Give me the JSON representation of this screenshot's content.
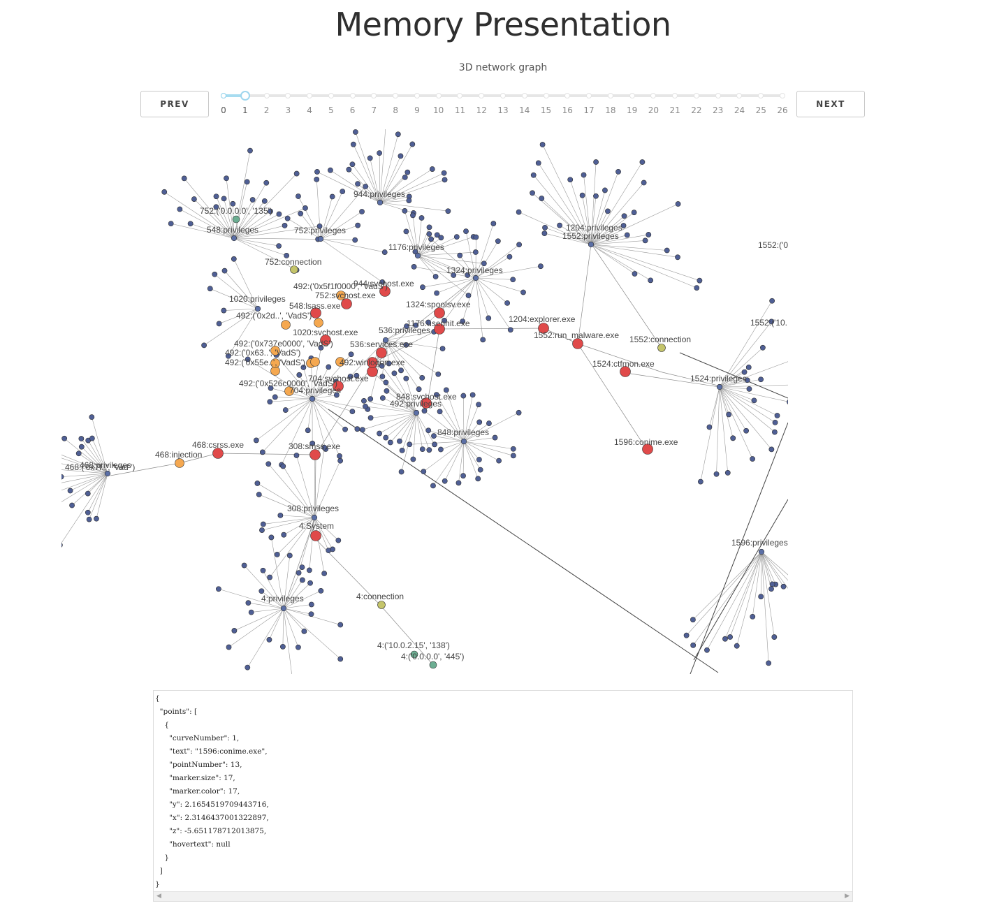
{
  "header": {
    "title": "Memory Presentation",
    "subtitle": "3D network graph"
  },
  "nav": {
    "prev_label": "PREV",
    "next_label": "NEXT"
  },
  "slider": {
    "min": 0,
    "max": 26,
    "value": 1,
    "marks": [
      "0",
      "1",
      "2",
      "3",
      "4",
      "5",
      "6",
      "7",
      "8",
      "9",
      "10",
      "11",
      "12",
      "13",
      "14",
      "15",
      "16",
      "17",
      "18",
      "19",
      "20",
      "21",
      "22",
      "23",
      "24",
      "25",
      "26"
    ],
    "track_color": "#a7dcf0"
  },
  "graph": {
    "colors": {
      "process": "#e04a4a",
      "privileges": "#5b6fa6",
      "leaf": "#4f5f95",
      "vad": "#f5a850",
      "connection": "#c4c46a",
      "address": "#6cae92",
      "edge": "#9a9a9a"
    },
    "labels": [
      "752:('0.0.0.0', '135')",
      "548:privileges",
      "752:privileges",
      "944:privileges",
      "1176:privileges",
      "1204:privileges",
      "1552:privileges",
      "1552:('0",
      "752:connection",
      "1324:privileges",
      "492:('0x5f1f0000', 'VadS')",
      "944:svchost.exe",
      "752:svchost.exe",
      "1020:privileges",
      "548:lsass.exe",
      "1324:spoolsv.exe",
      "492:('0x2d..', 'VadS')",
      "1176:userinit.exe",
      "1204:explorer.exe",
      "1552:('10.",
      "1020:svchost.exe",
      "536:privileges",
      "1552:run_malware.exe",
      "1552:connection",
      "492:('0x737e0000', 'VadS')",
      "536:services.exe",
      "492:('0x63..', 'VadS')",
      "492:('0x55e..', 'VadS')",
      "492:winlogon.exe",
      "1524:ctfmon.exe",
      "1524:privileges",
      "704:svchost.exe",
      "492:('0x526c0000', 'VadS')",
      "704:privileges",
      "848:svchost.exe",
      "492:privileges",
      "848:privileges",
      "468:csrss.exe",
      "468:injection",
      "308:smss.exe",
      "1596:conime.exe",
      "468:privileges",
      "468:('0x7f..', 'Vad ')",
      "308:privileges",
      "4:System",
      "1596:privileges",
      "4:privileges",
      "4:connection",
      "4:('10.0.2.15', '138')",
      "4:('0.0.0.0', '445')"
    ]
  },
  "hover_json": {
    "text": "{\n  \"points\": [\n    {\n      \"curveNumber\": 1,\n      \"text\": \"1596:conime.exe\",\n      \"pointNumber\": 13,\n      \"marker.size\": 17,\n      \"marker.color\": 17,\n      \"y\": 2.1654519709443716,\n      \"x\": 2.3146437001322897,\n      \"z\": -5.651178712013875,\n      \"hovertext\": null\n    }\n  ]\n}",
    "scroll_left_glyph": "◀",
    "scroll_right_glyph": "▶"
  }
}
